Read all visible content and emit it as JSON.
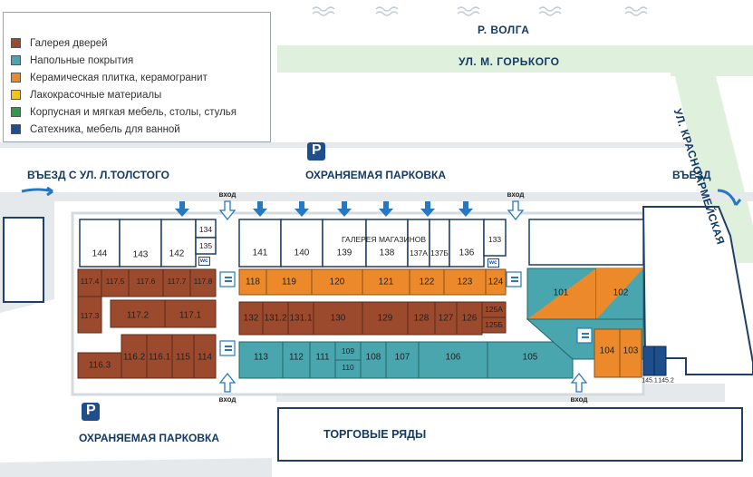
{
  "colors": {
    "doors": "#9b4a2e",
    "flooring": "#4aa6ae",
    "ceramic": "#ec8a2b",
    "paint": "#f4c418",
    "furniture": "#2d9b4b",
    "plumbing": "#1f4e8c",
    "road": "#dff0dd",
    "label_blue": "#153a63"
  },
  "legend": [
    {
      "label": "Галерея дверей",
      "color": "#9b4a2e"
    },
    {
      "label": "Напольные покрытия",
      "color": "#4aa6ae"
    },
    {
      "label": "Керамическая плитка, керамогранит",
      "color": "#ec8a2b"
    },
    {
      "label": "Лакокрасочные материалы",
      "color": "#f4c418"
    },
    {
      "label": "Корпусная и мягкая мебель, столы, стулья",
      "color": "#2d9b4b"
    },
    {
      "label": "Сатехника, мебель для ванной",
      "color": "#1f4e8c"
    }
  ],
  "labels": {
    "river": "Р. ВОЛГА",
    "street_gorky": "УЛ. М. ГОРЬКОГО",
    "street_krasnoarm": "УЛ. КРАСНОАРМЕЙСКАЯ",
    "entry_tolstoy": "ВЪЕЗД С УЛ. Л.ТОЛСТОГО",
    "parking_top": "ОХРАНЯЕМАЯ ПАРКОВКА",
    "entry_right": "ВЪЕЗД",
    "parking_bottom": "ОХРАНЯЕМАЯ ПАРКОВКА",
    "trade_rows": "ТОРГОВЫЕ РЯДЫ",
    "gallery": "ГАЛЕРЕЯ МАГАЗИНОВ",
    "parking_letter": "P",
    "entrance": "вход",
    "wc": "wc"
  },
  "rooms": {
    "top_row": [
      "144",
      "143",
      "142",
      "134",
      "135",
      "141",
      "140",
      "139",
      "138",
      "137А",
      "137Б",
      "136",
      "133"
    ],
    "doors_block": [
      "117.4",
      "117.5",
      "117.6",
      "117.7",
      "117.8",
      "117.3",
      "117.2",
      "117.1",
      "116.3",
      "116.2",
      "116.1",
      "115",
      "114"
    ],
    "ceramic_upper": [
      "118",
      "119",
      "120",
      "121",
      "122",
      "123",
      "124"
    ],
    "doors_middle": [
      "132",
      "131.2",
      "131.1",
      "130",
      "129",
      "128",
      "127",
      "126",
      "125А",
      "125Б"
    ],
    "flooring_lower": [
      "113",
      "112",
      "111",
      "109",
      "110",
      "108",
      "107",
      "106",
      "105"
    ],
    "right_block": [
      "101",
      "102",
      "104",
      "103",
      "145.1",
      "145.2"
    ]
  }
}
